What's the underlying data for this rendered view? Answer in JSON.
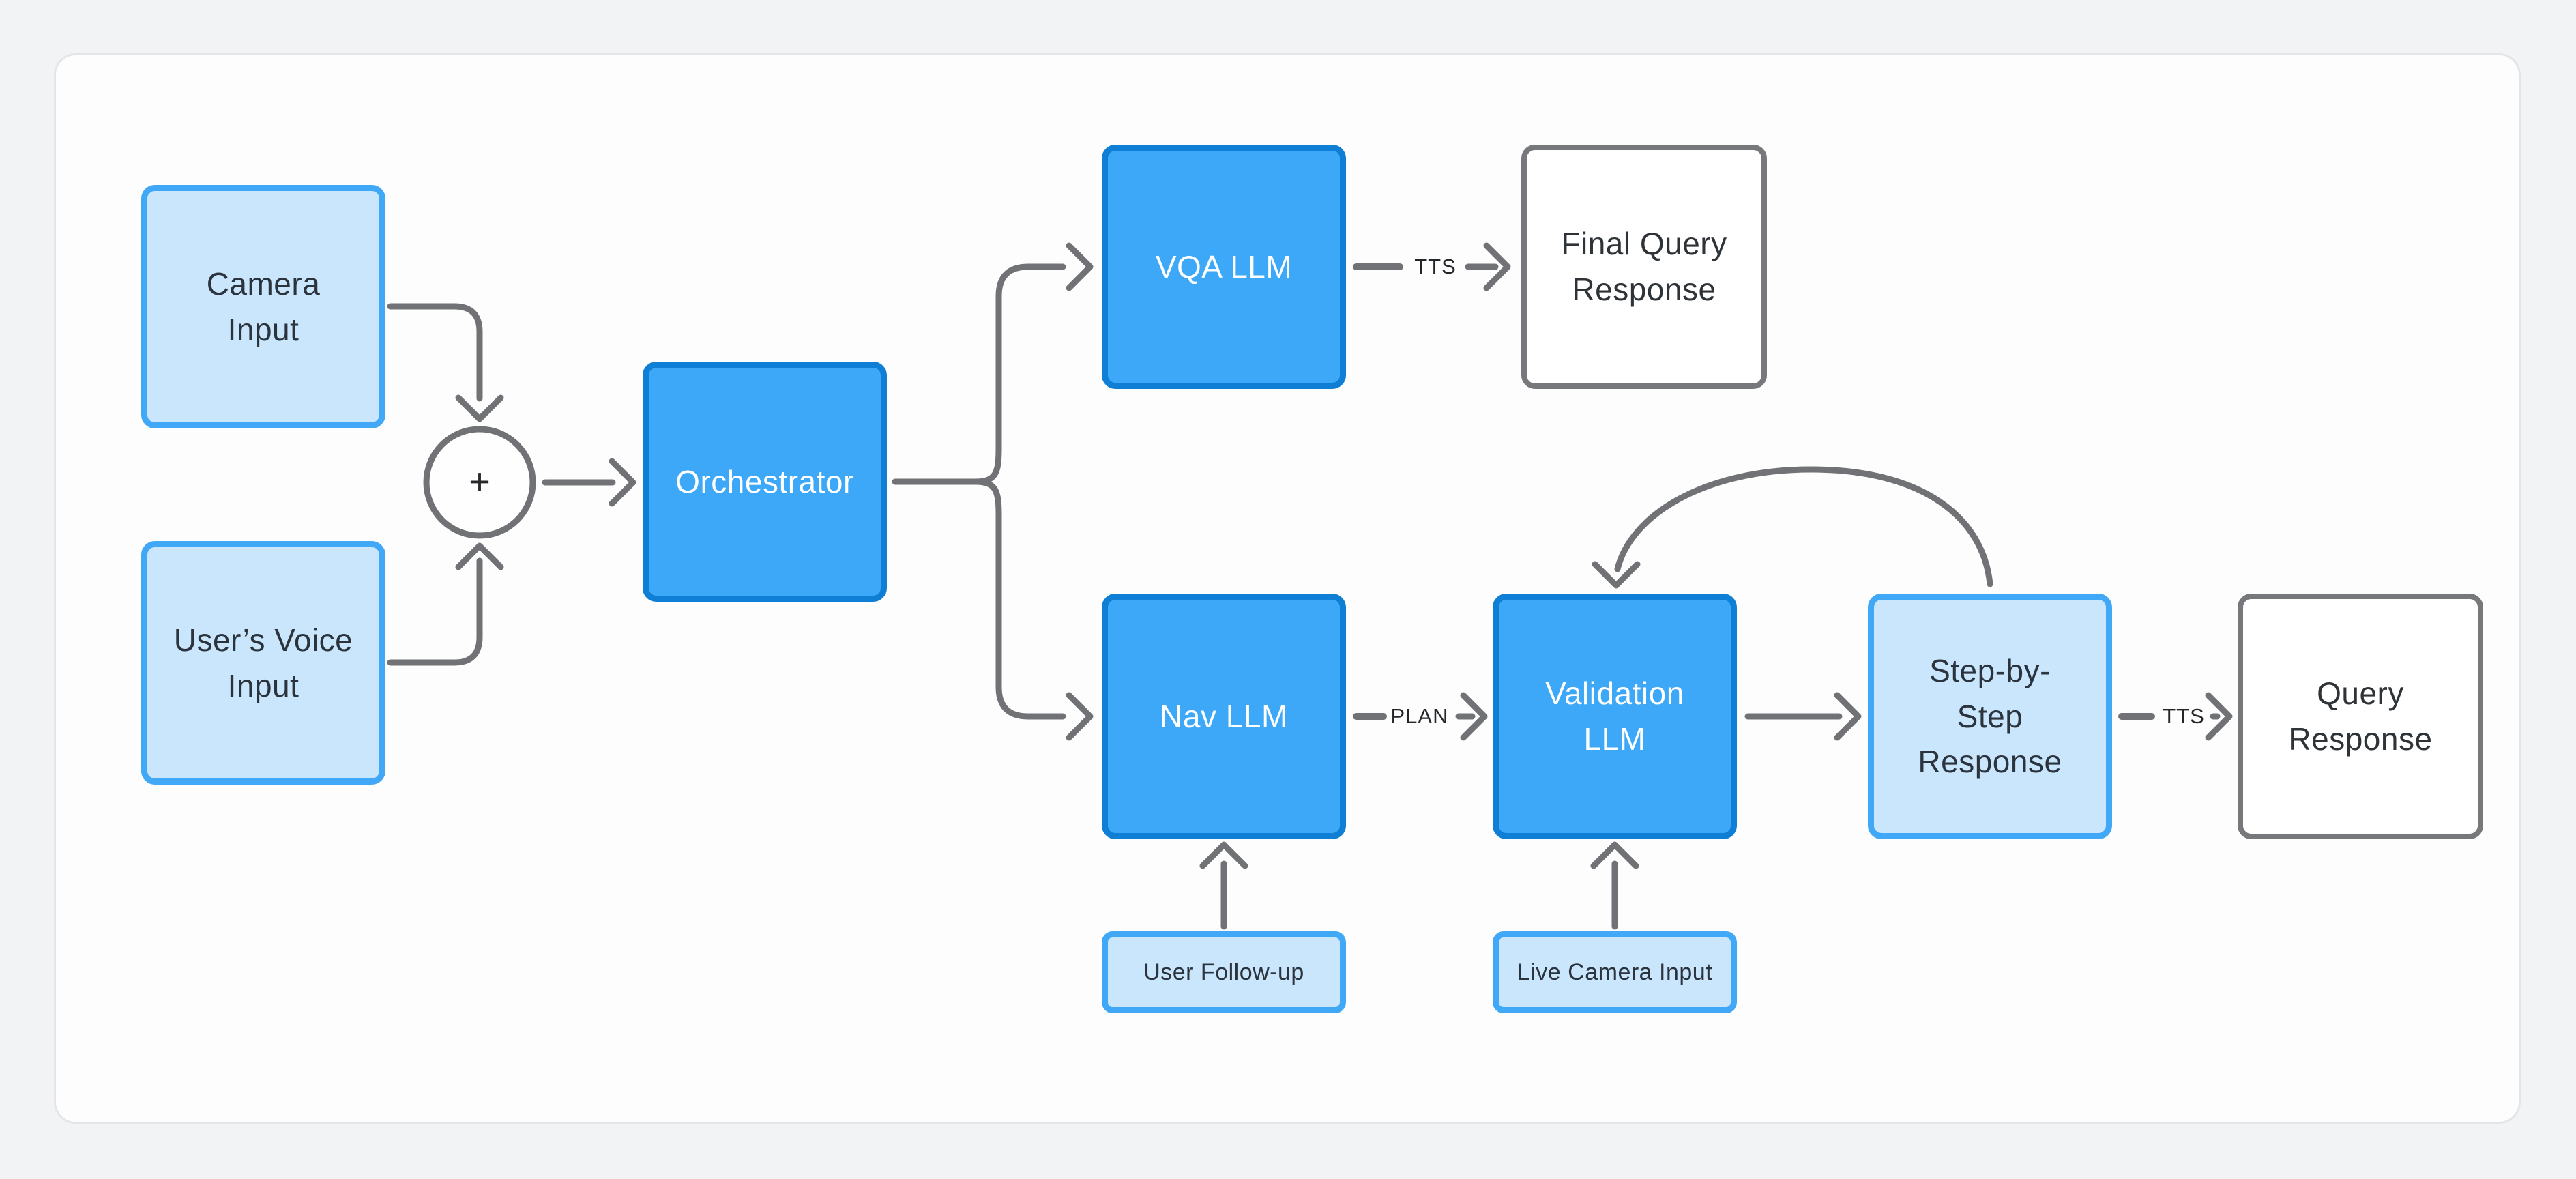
{
  "diagram": {
    "nodes": {
      "camera_input": {
        "label": "Camera\nInput"
      },
      "users_voice_input": {
        "label": "User’s Voice\nInput"
      },
      "orchestrator": {
        "label": "Orchestrator"
      },
      "vqa_llm": {
        "label": "VQA LLM"
      },
      "final_query_response": {
        "label": "Final Query\nResponse"
      },
      "nav_llm": {
        "label": "Nav LLM"
      },
      "validation_llm": {
        "label": "Validation\nLLM"
      },
      "step_by_step_response": {
        "label": "Step-by-\nStep\nResponse"
      },
      "query_response": {
        "label": "Query\nResponse"
      },
      "user_followup": {
        "label": "User Follow-up"
      },
      "live_camera_input": {
        "label": "Live Camera Input"
      }
    },
    "combiner": {
      "symbol": "+"
    },
    "edge_labels": {
      "tts_top": "TTS",
      "plan": "PLAN",
      "tts_bottom": "TTS"
    },
    "colors": {
      "node_blue_fill": "#3CA8F7",
      "node_blue_border": "#0E7FD4",
      "node_light_fill": "#C9E6FC",
      "node_light_border": "#41A8F7",
      "node_plain_border": "#77787B",
      "edge_gray": "#717275",
      "text_dark": "#2B333D",
      "text_light": "#FFFFFF",
      "card_background": "#FDFDFE",
      "card_border": "#E4E5E8",
      "page_background": "#F2F3F5"
    }
  }
}
